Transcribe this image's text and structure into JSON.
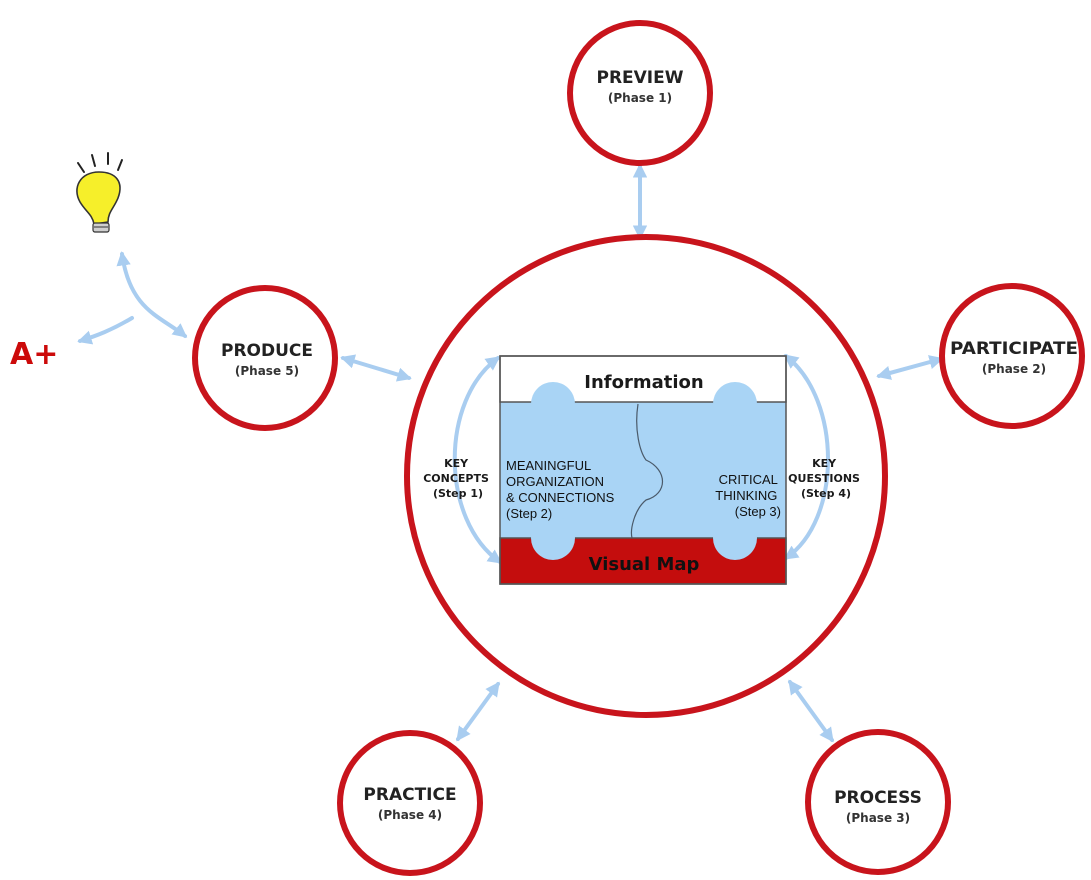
{
  "colors": {
    "ring": "#c8141c",
    "arrow": "#a9cdf0",
    "puzzle_blue": "#a9d4f5",
    "visual_map": "#c40d0d",
    "bulb": "#f6ef2a"
  },
  "center": {
    "information": "Information",
    "visual_map": "Visual Map",
    "organization": [
      "MEANINGFUL",
      "ORGANIZATION",
      "& CONNECTIONS",
      "(Step 2)"
    ],
    "critical": [
      "CRITICAL",
      "THINKING",
      "(Step 3)"
    ],
    "key_concepts": [
      "KEY",
      "CONCEPTS",
      "(Step 1)"
    ],
    "key_questions": [
      "KEY",
      "QUESTIONS",
      "(Step 4)"
    ]
  },
  "phases": {
    "preview": {
      "title": "PREVIEW",
      "sub": "(Phase 1)"
    },
    "participate": {
      "title": "PARTICIPATE",
      "sub": "(Phase 2)"
    },
    "process": {
      "title": "PROCESS",
      "sub": "(Phase 3)"
    },
    "practice": {
      "title": "PRACTICE",
      "sub": "(Phase 4)"
    },
    "produce": {
      "title": "PRODUCE",
      "sub": "(Phase 5)"
    }
  },
  "outcome": {
    "grade": "A+",
    "idea_icon": "lightbulb-icon"
  }
}
